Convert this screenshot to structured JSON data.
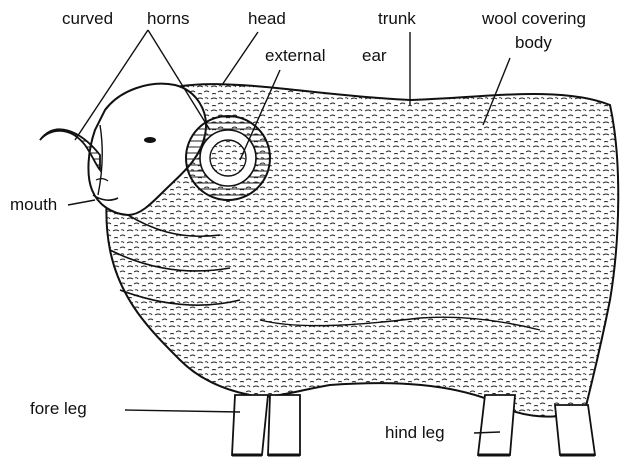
{
  "labels": {
    "curved": "curved",
    "horns": "horns",
    "head": "head",
    "external": "external",
    "ear": "ear",
    "trunk": "trunk",
    "wool_line1": "wool covering",
    "wool_line2": "body",
    "mouth": "mouth",
    "fore_leg": "fore leg",
    "hind_leg": "hind leg"
  },
  "colors": {
    "ink": "#111111",
    "background": "#ffffff"
  }
}
